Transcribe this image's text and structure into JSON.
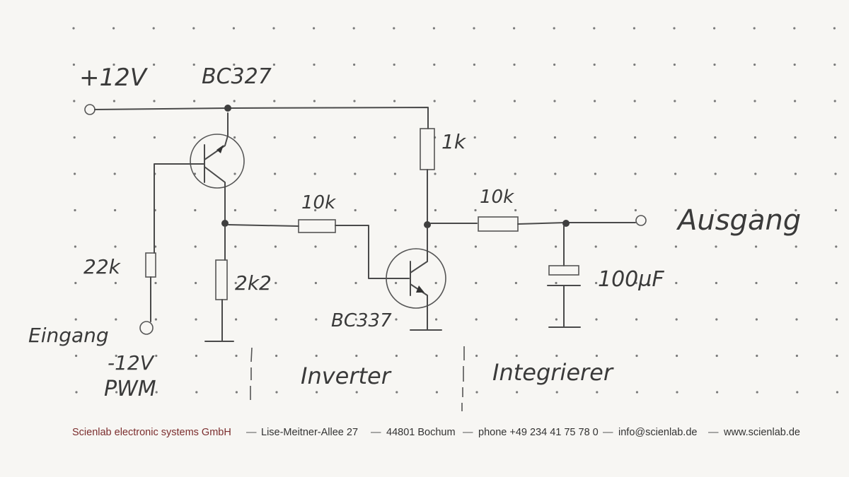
{
  "schematic": {
    "labels": {
      "supply": "+12V",
      "q1": "BC327",
      "q2": "BC337",
      "r_input": "22k",
      "r_emitter": "2k2",
      "r_base": "10k",
      "r_collector": "1k",
      "r_filter": "10k",
      "capacitor": "100µF",
      "output": "Ausgang",
      "input": "Eingang",
      "input_level": "-12V",
      "input_type": "PWM"
    },
    "sections": [
      "Inverter",
      "Integrierer"
    ]
  },
  "footer": {
    "company": "Scienlab electronic systems GmbH",
    "address": "Lise-Meitner-Allee 27",
    "city": "44801 Bochum",
    "phone": "phone +49 234 41 75 78 0",
    "email": "info@scienlab.de",
    "web": "www.scienlab.de",
    "separator": "—"
  }
}
